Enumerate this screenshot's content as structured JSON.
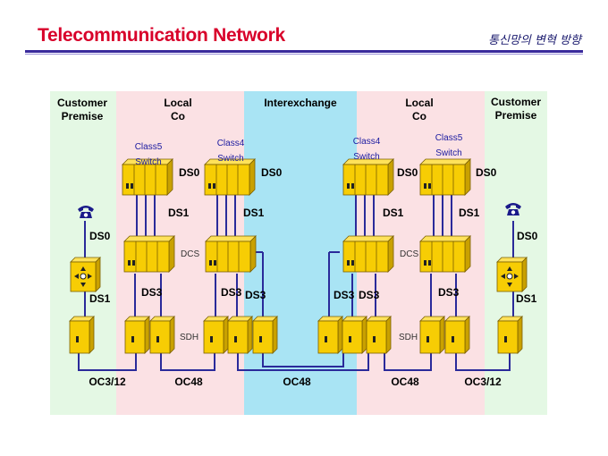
{
  "header": {
    "title": "Telecommunication Network",
    "subtitle": "통신망의 변혁 방향"
  },
  "colors": {
    "customer_zone": "#e4f8e4",
    "local_zone": "#fbe1e4",
    "interexchange_zone": "#a9e4f4",
    "device_fill": "#f7cd04",
    "device_dark": "#b38f00",
    "link": "#2a2a9a",
    "title_red": "#d8002a"
  },
  "zones": [
    {
      "key": "customer-left",
      "label_line1": "Customer",
      "label_line2": "Premise"
    },
    {
      "key": "local-left",
      "label_line1": "Local",
      "label_line2": "Co"
    },
    {
      "key": "interexchange",
      "label_line1": "Interexchange",
      "label_line2": ""
    },
    {
      "key": "local-right",
      "label_line1": "Local",
      "label_line2": "Co"
    },
    {
      "key": "customer-right",
      "label_line1": "Customer",
      "label_line2": "Premise"
    }
  ],
  "switches": {
    "class5_line1": "Class5",
    "class4_line1": "Class4",
    "line2": "Switch"
  },
  "labels": {
    "ds0": "DS0",
    "ds1": "DS1",
    "ds3": "DS3",
    "dcs": "DCS",
    "sdh": "SDH",
    "oc3_12": "OC3/12",
    "oc48": "OC48"
  },
  "icons": {
    "phone": "telephone-icon",
    "mux": "multiplexer-icon"
  }
}
